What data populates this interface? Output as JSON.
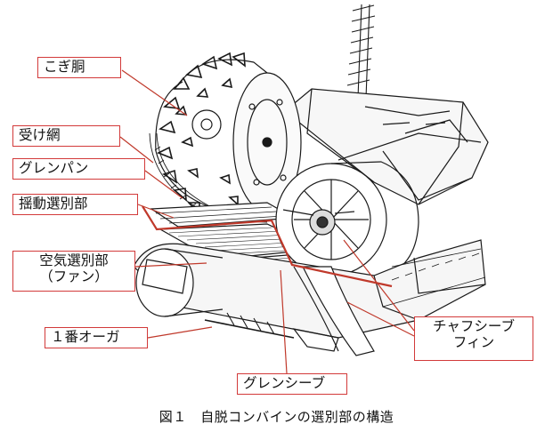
{
  "labels": {
    "threshing_drum": "こぎ胴",
    "concave": "受け網",
    "grain_pan": "グレンパン",
    "oscillating_sorter": "揺動選別部",
    "air_sorter_line1": "空気選別部",
    "air_sorter_line2": "（ファン）",
    "first_auger": "１番オーガ",
    "chaff_sieve_line1": "チャフシーブ",
    "chaff_sieve_line2": "フィン",
    "grain_sieve": "グレンシーブ"
  },
  "caption": "図１　自脱コンバインの選別部の構造",
  "colors": {
    "leader": "#c0392b",
    "box_border": "#d23a3a",
    "ink": "#1a1a1a",
    "flow": "#c0392b"
  }
}
